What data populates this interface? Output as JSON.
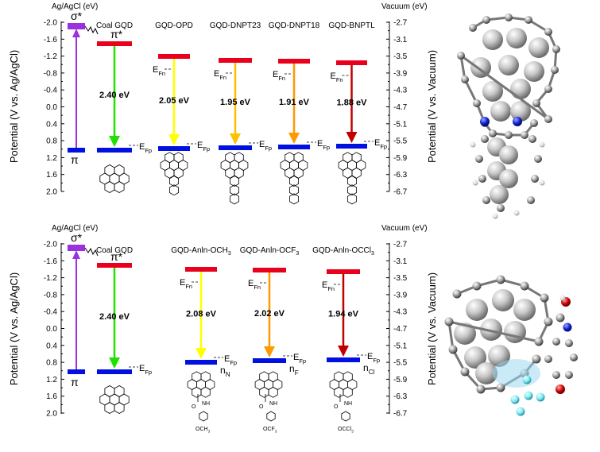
{
  "panels": [
    {
      "id": "top",
      "left_axis": {
        "title": "Ag/AgCl (eV)",
        "label": "Potential (V vs. Ag/AgCl)",
        "ticks": [
          "-2.0",
          "-1.6",
          "-1.2",
          "-0.8",
          "-0.4",
          "0.0",
          "0.4",
          "0.8",
          "1.2",
          "1.6",
          "2.0"
        ]
      },
      "right_axis": {
        "title": "Vacuum (eV)",
        "label": "Potential (V vs. Vacuum)",
        "ticks": [
          "-2.7",
          "-3.1",
          "-3.5",
          "-3.9",
          "-4.3",
          "-4.7",
          "-5.1",
          "-5.5",
          "-5.9",
          "-6.3",
          "-6.7"
        ]
      },
      "reference": {
        "sigma_label": "σ*",
        "pi_star_label": "π*",
        "pi_label": "π",
        "name": "Coal GQD"
      },
      "items": [
        {
          "name": "Coal GQD",
          "gap": "2.40 eV",
          "color": "#22e000"
        },
        {
          "name": "GQD-OPD",
          "gap": "2.05 eV",
          "color": "#ffff00"
        },
        {
          "name": "GQD-DNPT23",
          "gap": "1.95 eV",
          "color": "#ffc000"
        },
        {
          "name": "GQD-DNPT18",
          "gap": "1.91 eV",
          "color": "#ff9900"
        },
        {
          "name": "GQD-BNPTL",
          "gap": "1.88 eV",
          "color": "#c00000"
        }
      ],
      "efn_label": "E",
      "efn_sub": "Fn",
      "efp_label": "E",
      "efp_sub": "Fp"
    },
    {
      "id": "bottom",
      "left_axis": {
        "title": "Ag/AgCl (eV)",
        "label": "Potential (V vs. Ag/AgCl)",
        "ticks": [
          "-2.0",
          "-1.6",
          "-1.2",
          "-0.8",
          "-0.4",
          "0.0",
          "0.4",
          "0.8",
          "1.2",
          "1.6",
          "2.0"
        ]
      },
      "right_axis": {
        "title": "Vacuum (eV)",
        "label": "Potential (V vs. Vacuum)",
        "ticks": [
          "-2.7",
          "-3.1",
          "-3.5",
          "-3.9",
          "-4.3",
          "-4.7",
          "-5.1",
          "-5.5",
          "-5.9",
          "-6.3",
          "-6.7"
        ]
      },
      "reference": {
        "sigma_label": "σ*",
        "pi_star_label": "π*",
        "pi_label": "π",
        "name": "Coal GQD"
      },
      "items": [
        {
          "name": "Coal GQD",
          "gap": "2.40 eV",
          "color": "#22e000"
        },
        {
          "name": "GQD-Anln-OCH",
          "name_sub": "3",
          "gap": "2.08 eV",
          "color": "#ffff00",
          "n_main": "n",
          "n_sub": "N",
          "substituent": "OCH",
          "substituent_sub": "3"
        },
        {
          "name": "GQD-Anln-OCF",
          "name_sub": "3",
          "gap": "2.02 eV",
          "color": "#ff9900",
          "n_main": "n",
          "n_sub": "F",
          "substituent": "OCF",
          "substituent_sub": "3"
        },
        {
          "name": "GQD-Anln-OCCl",
          "name_sub": "3",
          "gap": "1.94 eV",
          "color": "#c00000",
          "n_main": "n",
          "n_sub": "Cl",
          "substituent": "OCCl",
          "substituent_sub": "3"
        }
      ],
      "amide_label_nh": "NH",
      "amide_label_o": "O",
      "efn_label": "E",
      "efn_sub": "Fn",
      "efp_label": "E",
      "efp_sub": "Fp"
    }
  ],
  "colors": {
    "lumo": "#e8001c",
    "homo": "#0010e0",
    "reference_arrow": "#9b30e0",
    "sigma_bar": "#9b30e0"
  },
  "icons": [
    "coronene-structure-icon",
    "pyrazine-fused-gqd-structure-icon",
    "amide-gqd-structure-icon",
    "ball-and-stick-model-icon"
  ]
}
